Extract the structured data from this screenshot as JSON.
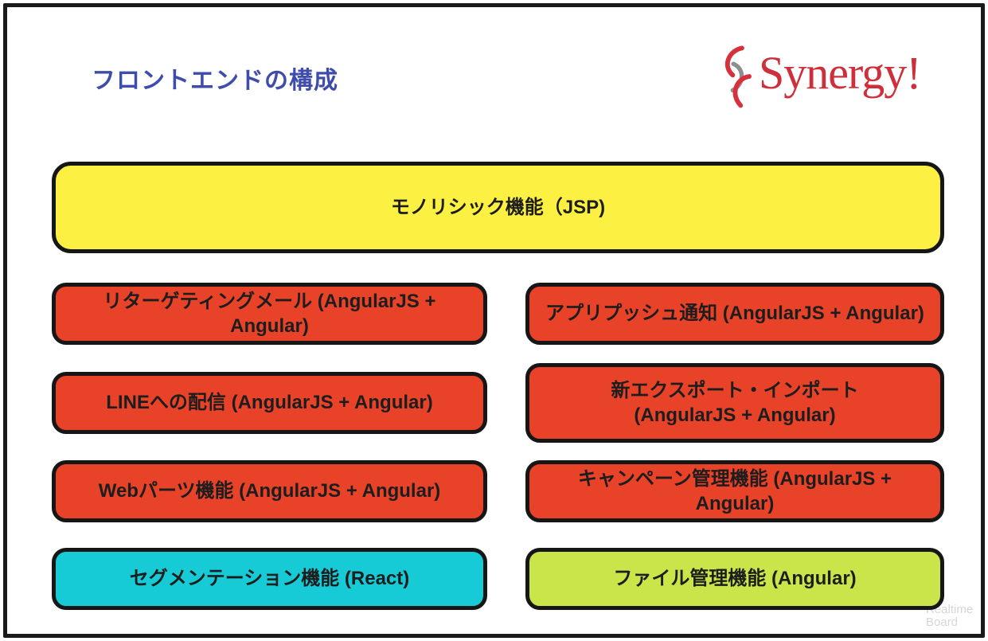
{
  "header": {
    "title": "フロントエンドの構成",
    "title_color": "#3e4cab"
  },
  "logo": {
    "text": "Synergy!",
    "text_color": "#ce2f3a",
    "swirl_red": "#d8303b",
    "swirl_gray": "#8e8e8e"
  },
  "diagram": {
    "border_color": "#161616",
    "text_color": "#1d1d1d",
    "boxes": [
      {
        "id": "monolithic-jsp",
        "label": "モノリシック機能（JSP)",
        "tech": "JSP",
        "fill": "#fcf143"
      },
      {
        "id": "retargeting-mail",
        "label": "リターゲティングメール (AngularJS + Angular)",
        "tech": "AngularJS + Angular",
        "fill": "#e84329"
      },
      {
        "id": "app-push",
        "label": "アプリプッシュ通知 (AngularJS + Angular)",
        "tech": "AngularJS + Angular",
        "fill": "#e84329"
      },
      {
        "id": "line-delivery",
        "label": "LINEへの配信 (AngularJS + Angular)",
        "tech": "AngularJS + Angular",
        "fill": "#e84329"
      },
      {
        "id": "export-import",
        "label": "新エクスポート・インポート\n(AngularJS + Angular)",
        "tech": "AngularJS + Angular",
        "fill": "#e84329"
      },
      {
        "id": "web-parts",
        "label": "Webパーツ機能 (AngularJS + Angular)",
        "tech": "AngularJS + Angular",
        "fill": "#e84329"
      },
      {
        "id": "campaign-mgmt",
        "label": "キャンペーン管理機能 (AngularJS + Angular)",
        "tech": "AngularJS + Angular",
        "fill": "#e84329"
      },
      {
        "id": "segmentation",
        "label": "セグメンテーション機能 (React)",
        "tech": "React",
        "fill": "#16cbd5"
      },
      {
        "id": "file-mgmt",
        "label": "ファイル管理機能 (Angular)",
        "tech": "Angular",
        "fill": "#c9e549"
      }
    ]
  },
  "watermark": {
    "line1": "Realtime",
    "line2": "Board",
    "color": "#d4d7d9"
  }
}
